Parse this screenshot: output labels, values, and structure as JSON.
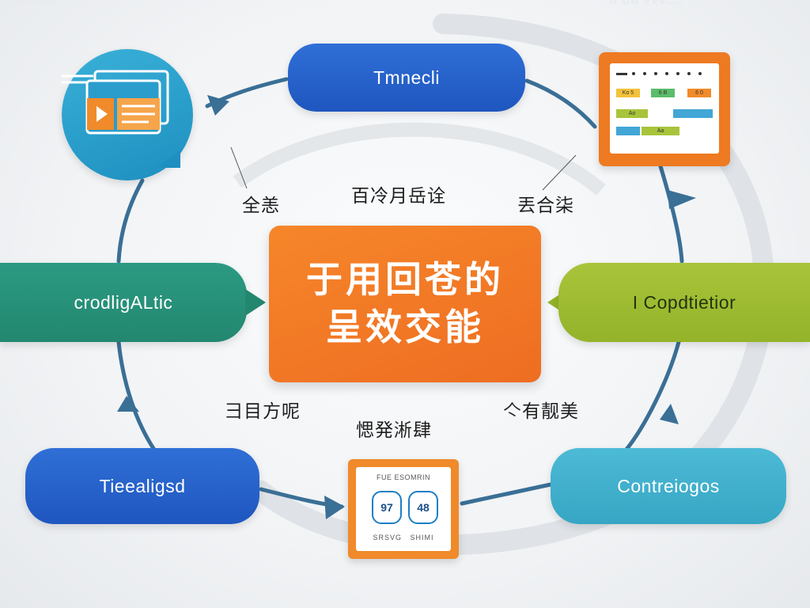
{
  "corners": {
    "top_left": "ilaiicelat",
    "top_right": "u uu vvv...."
  },
  "center": {
    "line1": "于用回苍的",
    "line2": "呈效交能"
  },
  "nodes": {
    "top": "Tmnecli",
    "left": "crodligALtic",
    "right": "I Copdtietior",
    "bottom_left": "Tieealigsd",
    "bottom_right": "Contreiogos"
  },
  "labels": {
    "upper_left": "全恙",
    "upper_center": "百冷月岳诠",
    "upper_right": "丟合柒",
    "lower_left": "彐目方呢",
    "lower_center": "愢発淅肆",
    "lower_right": "亽有靓美"
  },
  "screen_card": {
    "tags": [
      "Ko 5",
      "6 B",
      "6 0",
      "Ao",
      "",
      "Aa",
      ""
    ]
  },
  "gauge_card": {
    "title": "FUE ESOMRIN",
    "left_value": "97",
    "right_value": "48",
    "foot_left": "SRSVG",
    "foot_right": "SHIMI"
  },
  "colors": {
    "blue": "#1f56bf",
    "green": "#23876f",
    "lime": "#94b32a",
    "cyan": "#36a6c4",
    "orange": "#ee6d22",
    "cycle_line": "#3a6f96"
  },
  "icons": [
    "video-player-icon",
    "dashboard-screen-icon",
    "gauge-panel-icon"
  ]
}
